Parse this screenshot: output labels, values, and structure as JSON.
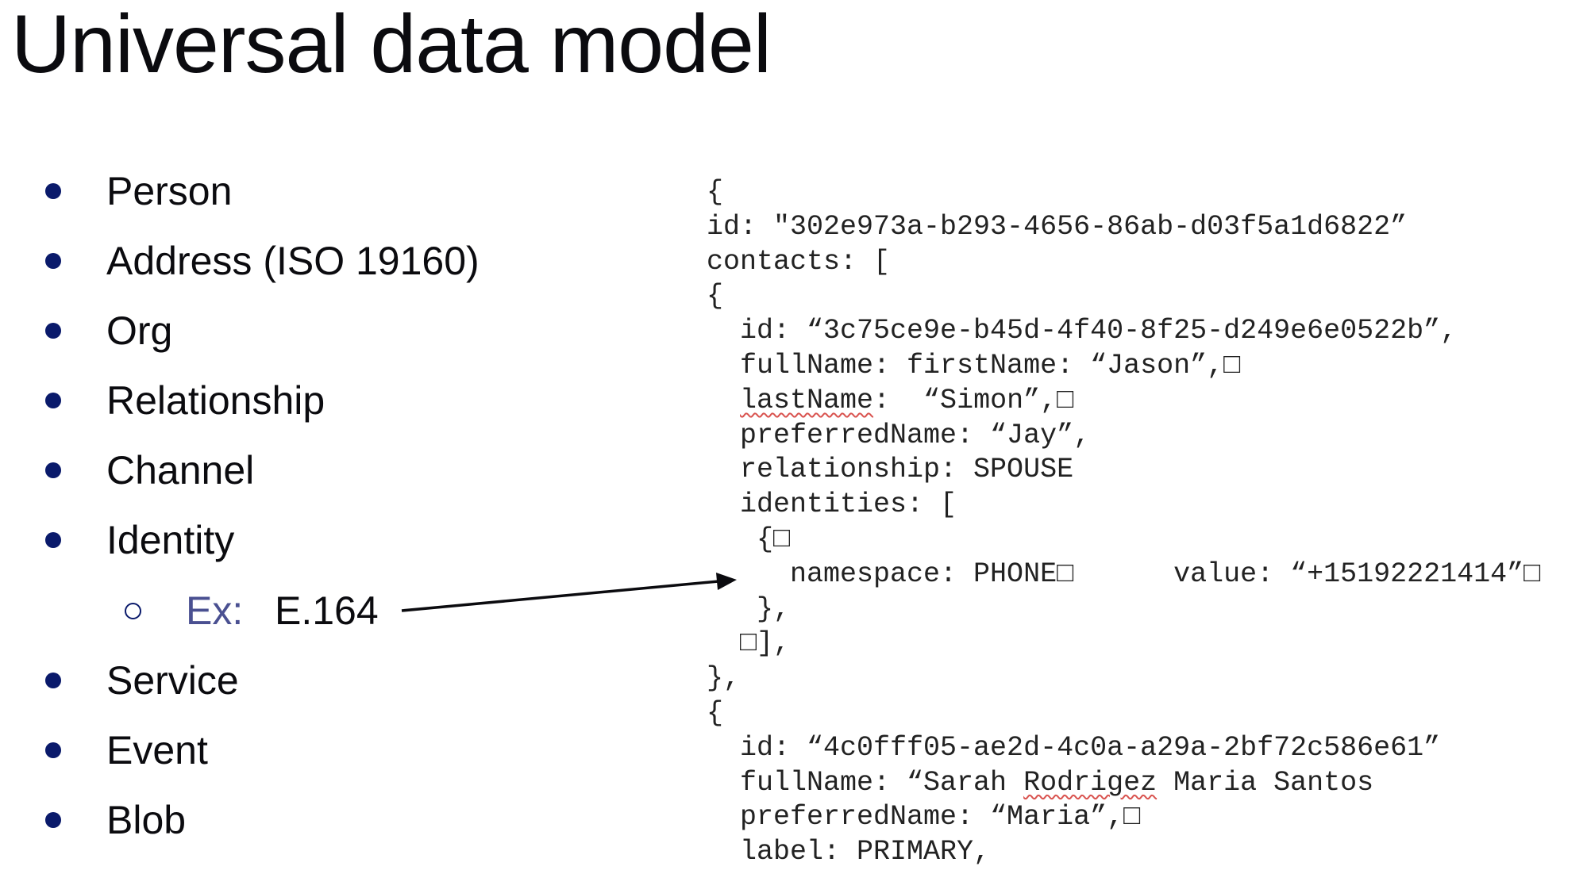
{
  "title": "Universal data model",
  "bullets": [
    {
      "label": "Person"
    },
    {
      "label": "Address (ISO 19160)"
    },
    {
      "label": "Org"
    },
    {
      "label": "Relationship"
    },
    {
      "label": "Channel"
    },
    {
      "label": "Identity"
    },
    {
      "label": "Service"
    },
    {
      "label": "Event"
    },
    {
      "label": "Blob"
    }
  ],
  "sub_bullet": {
    "prefix": "Ex:",
    "value": "E.164"
  },
  "colors": {
    "bullet": "#0a1a6b",
    "ex": "#4a5091",
    "squiggle": "#d9534f"
  },
  "code_lines": [
    [
      {
        "t": "{"
      }
    ],
    [
      {
        "t": "id: \"302e973a-b293-4656-86ab-d03f5a1d6822”"
      }
    ],
    [
      {
        "t": "contacts: ["
      }
    ],
    [
      {
        "t": "{"
      }
    ],
    [
      {
        "t": "  id: “3c75ce9e-b45d-4f40-8f25-d249e6e0522b”,"
      }
    ],
    [
      {
        "t": "  fullName: firstName: “Jason”,□"
      }
    ],
    [
      {
        "t": "  "
      },
      {
        "t": "lastName",
        "sq": true
      },
      {
        "t": ":  “Simon”,□"
      }
    ],
    [
      {
        "t": "  preferredName: “Jay”,"
      }
    ],
    [
      {
        "t": "  relationship: SPOUSE"
      }
    ],
    [
      {
        "t": "  identities: ["
      }
    ],
    [
      {
        "t": "   {□"
      }
    ],
    [
      {
        "t": "     namespace: PHONE□      value: “+15192221414”□"
      }
    ],
    [
      {
        "t": "   },"
      }
    ],
    [
      {
        "t": "  □],"
      }
    ],
    [
      {
        "t": "},"
      }
    ],
    [
      {
        "t": "{"
      }
    ],
    [
      {
        "t": "  id: “4c0fff05-ae2d-4c0a-a29a-2bf72c586e61”"
      }
    ],
    [
      {
        "t": "  fullName: “Sarah "
      },
      {
        "t": "Rodrigez",
        "sq": true
      },
      {
        "t": " Maria Santos"
      }
    ],
    [
      {
        "t": "  preferredName: “Maria”,□"
      }
    ],
    [
      {
        "t": "  label: PRIMARY,"
      }
    ]
  ]
}
